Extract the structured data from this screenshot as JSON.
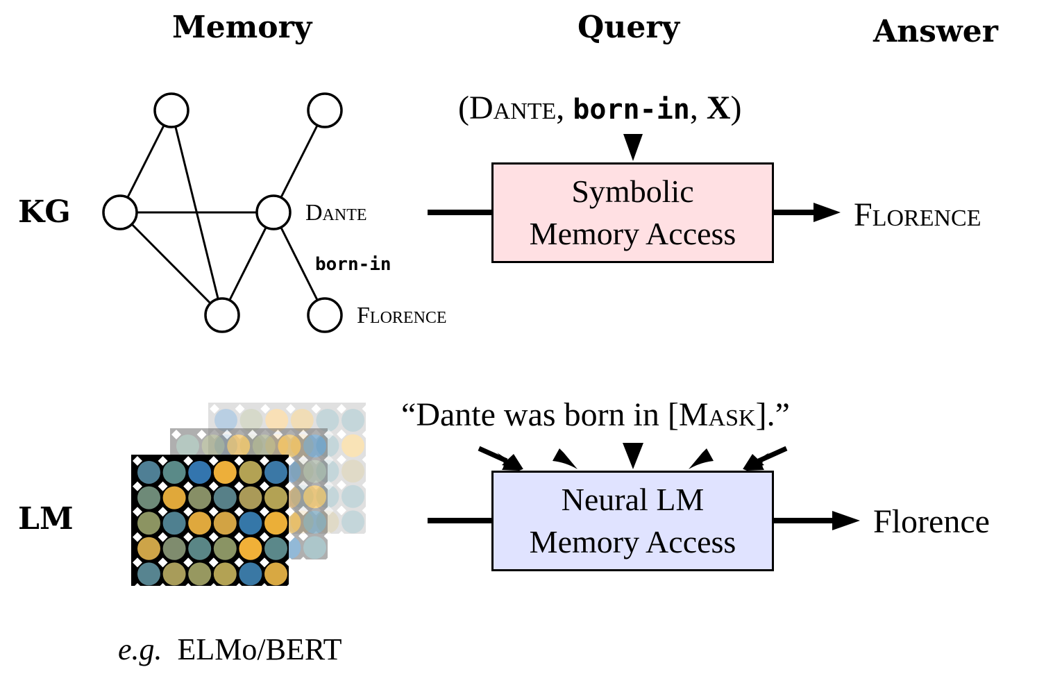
{
  "headers": {
    "memory": "Memory",
    "query": "Query",
    "answer": "Answer"
  },
  "rows": {
    "kg": {
      "label": "KG",
      "graph": {
        "nodes": [
          {
            "id": "n_top_left",
            "label": ""
          },
          {
            "id": "n_top_right",
            "label": ""
          },
          {
            "id": "n_left",
            "label": ""
          },
          {
            "id": "n_dante",
            "label": "Dante"
          },
          {
            "id": "n_bottom",
            "label": ""
          },
          {
            "id": "n_florence",
            "label": "Florence"
          }
        ],
        "edges": [
          {
            "from": "n_top_left",
            "to": "n_left",
            "label": ""
          },
          {
            "from": "n_top_left",
            "to": "n_bottom",
            "label": ""
          },
          {
            "from": "n_left",
            "to": "n_dante",
            "label": ""
          },
          {
            "from": "n_left",
            "to": "n_bottom",
            "label": ""
          },
          {
            "from": "n_dante",
            "to": "n_bottom",
            "label": ""
          },
          {
            "from": "n_top_right",
            "to": "n_dante",
            "label": ""
          },
          {
            "from": "n_dante",
            "to": "n_florence",
            "label": "born-in"
          }
        ]
      },
      "query": {
        "open": "(",
        "subject": "Dante",
        "sep1": ", ",
        "relation": "born-in",
        "sep2": ", ",
        "object": "X",
        "close": ")"
      },
      "box": {
        "line1": "Symbolic",
        "line2": "Memory Access",
        "fill": "#FFE0E3"
      },
      "answer": "Florence"
    },
    "lm": {
      "label": "LM",
      "memory_caption_italic": "e.g.",
      "memory_caption": "ELMo/BERT",
      "layers": [
        {
          "name": "back",
          "frame": "#A8A8A8",
          "opacity": 0.35,
          "colors": [
            [
              "#3A77B0",
              "#8C946A",
              "#F0A830",
              "#D8A030",
              "#5A8C96",
              "#5A8C96"
            ],
            [
              "#3A77B0",
              "#8C946A",
              "#F0A830",
              "#D8A030",
              "#5A8C96",
              "#F0B030"
            ],
            [
              "#5A8C96",
              "#3A77B0",
              "#D8A030",
              "#8C946A",
              "#5A8C96",
              "#A89860"
            ],
            [
              "#F0A830",
              "#8C946A",
              "#3A77B0",
              "#5A8C96",
              "#5A8C96",
              "#5A8C96"
            ],
            [
              "#D8A030",
              "#5A8C96",
              "#8C946A",
              "#D8A030",
              "#A89860",
              "#5A8C96"
            ]
          ]
        },
        {
          "name": "middle",
          "frame": "#6E6E6E",
          "opacity": 0.55,
          "colors": [
            [
              "#7A9C90",
              "#8C946A",
              "#F0B030",
              "#8C946A",
              "#E0A830",
              "#3A80B8"
            ],
            [
              "#5A8C96",
              "#D8A030",
              "#3A77B0",
              "#8C946A",
              "#3A77B0",
              "#8C9C88"
            ],
            [
              "#8C946A",
              "#F0A830",
              "#5A8C96",
              "#A89860",
              "#C09040",
              "#F0B030"
            ],
            [
              "#D8A030",
              "#8C946A",
              "#F0A830",
              "#5A8C96",
              "#E0A830",
              "#4A88A8"
            ],
            [
              "#5A8C96",
              "#8C946A",
              "#D8A030",
              "#A89860",
              "#3A80B8",
              "#6A98A0"
            ]
          ]
        },
        {
          "name": "front",
          "frame": "#000000",
          "opacity": 1.0,
          "colors": [
            [
              "#4F7F95",
              "#5A8A88",
              "#3375AE",
              "#EDAF3A",
              "#B3A254",
              "#3B78A6"
            ],
            [
              "#6E8A78",
              "#E0A83A",
              "#878F66",
              "#578088",
              "#AA9A58",
              "#B3A254"
            ],
            [
              "#8C9462",
              "#4F8090",
              "#DFA83D",
              "#D2A344",
              "#3577A8",
              "#EBAF38"
            ],
            [
              "#CDA448",
              "#7F8C6E",
              "#5A8686",
              "#8A9464",
              "#F0B038",
              "#5B888A"
            ],
            [
              "#578490",
              "#A89C5A",
              "#979860",
              "#B3A254",
              "#3A78A4",
              "#D8A842"
            ]
          ]
        }
      ],
      "query": {
        "open_quote": "“",
        "text": "Dante was born in [",
        "mask": "Mask",
        "close_text": "].",
        "close_quote": "”"
      },
      "box": {
        "line1": "Neural LM",
        "line2": "Memory Access",
        "fill": "#E0E3FF"
      },
      "answer": "Florence"
    }
  }
}
